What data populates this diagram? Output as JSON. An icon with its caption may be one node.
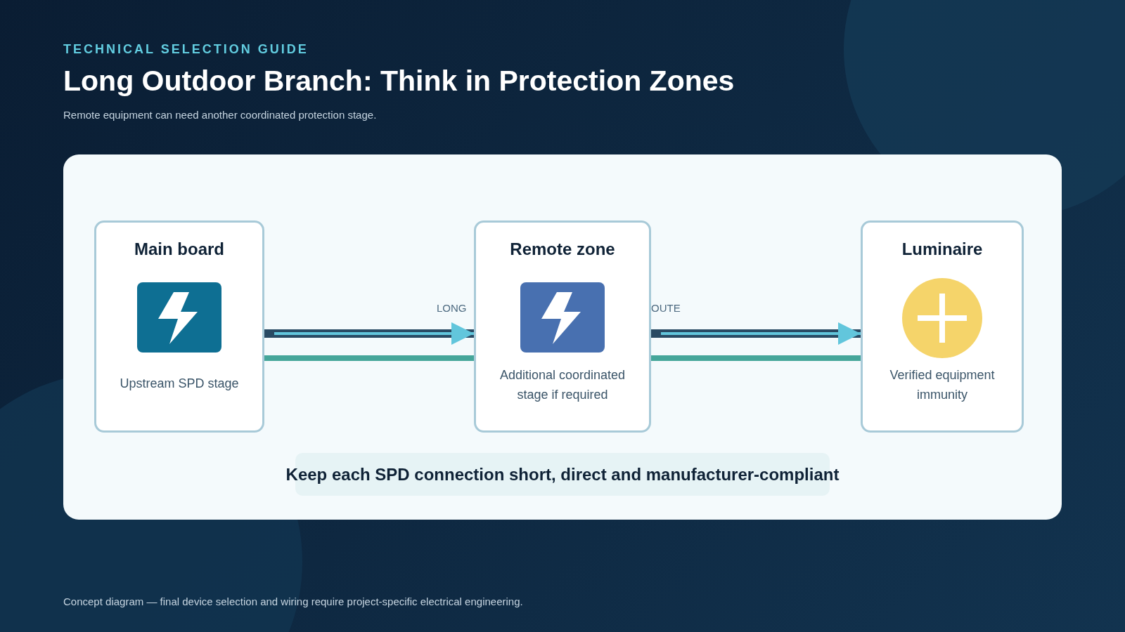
{
  "diagram": {
    "title": "Long Outdoor Branch: Think in Protection Zones",
    "nodes": [
      {
        "text": [
          "Main board",
          "Upstream SPD stage"
        ]
      },
      {
        "text": [
          "Remote zone",
          "Additional coordinated stage if required"
        ]
      },
      {
        "text": [
          "Luminaire",
          "Verified equipment immunity"
        ]
      },
      {
        "text": [
          "Keep each SPD connection short, direct and manufacturer-compliant"
        ]
      }
    ],
    "edges": [
      {
        "from": 0,
        "to": 1,
        "arrow": "to",
        "color": "#62c6dc"
      },
      {
        "from": 1,
        "to": 2,
        "arrow": "to",
        "color": "#62c6dc"
      },
      {
        "from": 0,
        "to": 1,
        "arrow": "none",
        "style": "thick",
        "color": "#45a69a"
      },
      {
        "from": 1,
        "to": 2,
        "arrow": "none",
        "style": "thick",
        "color": "#45a69a"
      }
    ],
    "labels": [
      "TECHNICAL SELECTION GUIDE",
      "Remote equipment can need another coordinated protection stage.",
      "LONG",
      "OUTE",
      "Concept diagram — final device selection and wiring require project-specific electrical engineering."
    ]
  }
}
